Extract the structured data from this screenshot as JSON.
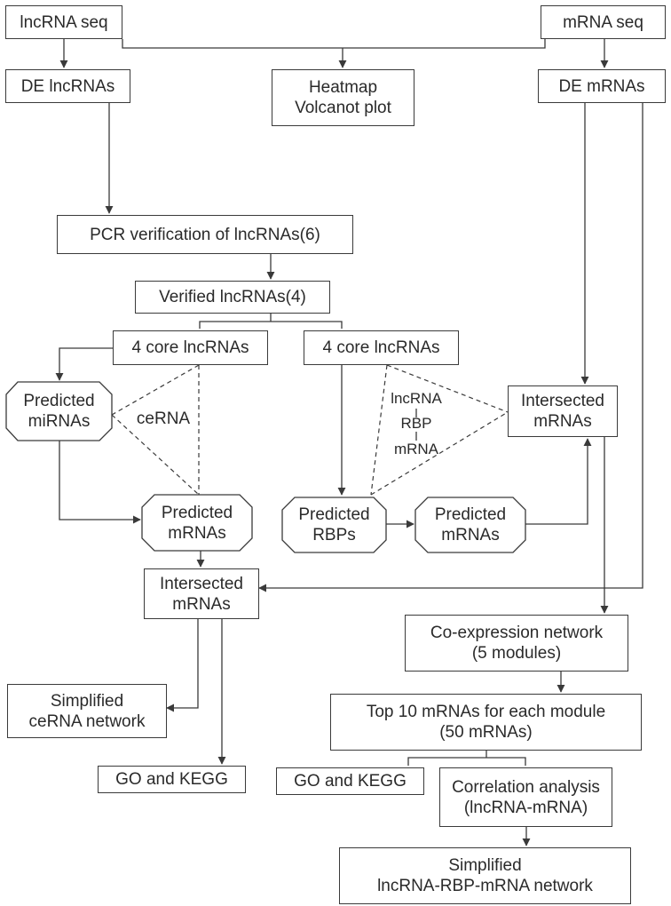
{
  "nodes": {
    "lncrna_seq": [
      "lncRNA seq"
    ],
    "mrna_seq": [
      "mRNA seq"
    ],
    "de_lncrnas": [
      "DE lncRNAs"
    ],
    "heatmap": [
      "Heatmap",
      "Volcanot plot"
    ],
    "de_mrnas": [
      "DE mRNAs"
    ],
    "pcr_verification": [
      "PCR verification of lncRNAs(6)"
    ],
    "verified_lncrnas": [
      "Verified lncRNAs(4)"
    ],
    "core_lncrnas_left": [
      "4 core lncRNAs"
    ],
    "core_lncrnas_right": [
      "4 core lncRNAs"
    ],
    "predicted_mirnas": [
      "Predicted",
      "miRNAs"
    ],
    "intersected_mrnas_right": [
      "Intersected",
      "mRNAs"
    ],
    "predicted_mrnas_left": [
      "Predicted",
      "mRNAs"
    ],
    "predicted_rbps": [
      "Predicted",
      "RBPs"
    ],
    "predicted_mrnas_right": [
      "Predicted",
      "mRNAs"
    ],
    "intersected_mrnas_left": [
      "Intersected",
      "mRNAs"
    ],
    "coexpression_network": [
      "Co-expression network",
      "(5 modules)"
    ],
    "simplified_cerna": [
      "Simplified",
      "ceRNA network"
    ],
    "top10_mrnas": [
      "Top 10 mRNAs for each module",
      "(50 mRNAs)"
    ],
    "go_kegg_left": [
      "GO and KEGG"
    ],
    "go_kegg_right": [
      "GO and KEGG"
    ],
    "correlation_analysis": [
      "Correlation analysis",
      "(lncRNA-mRNA)"
    ],
    "simplified_network": [
      "Simplified",
      "lncRNA-RBP-mRNA network"
    ]
  },
  "annotations": {
    "cerna": "ceRNA",
    "rbp_chain": [
      "lncRNA",
      "RBP",
      "mRNA"
    ]
  },
  "colors": {
    "line": "#3a3a3a",
    "text": "#2a2a2a",
    "background": "#ffffff"
  }
}
